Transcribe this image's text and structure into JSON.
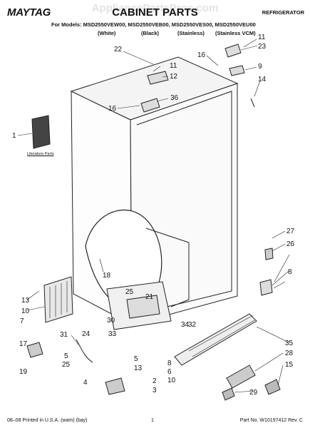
{
  "header": {
    "watermark": "AppliancePartsPros.com",
    "brand": "MAYTAG",
    "title": "CABINET PARTS",
    "category": "REFRIGERATOR",
    "models_line": "For Models: MSD2550VEW00, MSD2550VEB00, MSD2550VES00, MSD2550VEU00",
    "variants": [
      "(White)",
      "(Black)",
      "(Stainless)",
      "(Stainless VCM)"
    ]
  },
  "diagram": {
    "literature_label": "Literature Parts",
    "callouts": [
      "22",
      "11",
      "12",
      "16",
      "36",
      "16",
      "11",
      "23",
      "9",
      "14",
      "1",
      "18",
      "27",
      "26",
      "8",
      "13",
      "10",
      "25",
      "21",
      "35",
      "28",
      "15",
      "29",
      "30",
      "33",
      "34",
      "32",
      "31",
      "7",
      "24",
      "17",
      "5",
      "25",
      "19",
      "4",
      "2",
      "3",
      "5",
      "8",
      "6",
      "13",
      "10"
    ]
  },
  "footer": {
    "left": "08–08 Printed in U.S.A. (wam) (bay)",
    "center": "1",
    "right": "Part No. W10197412 Rev. C"
  }
}
